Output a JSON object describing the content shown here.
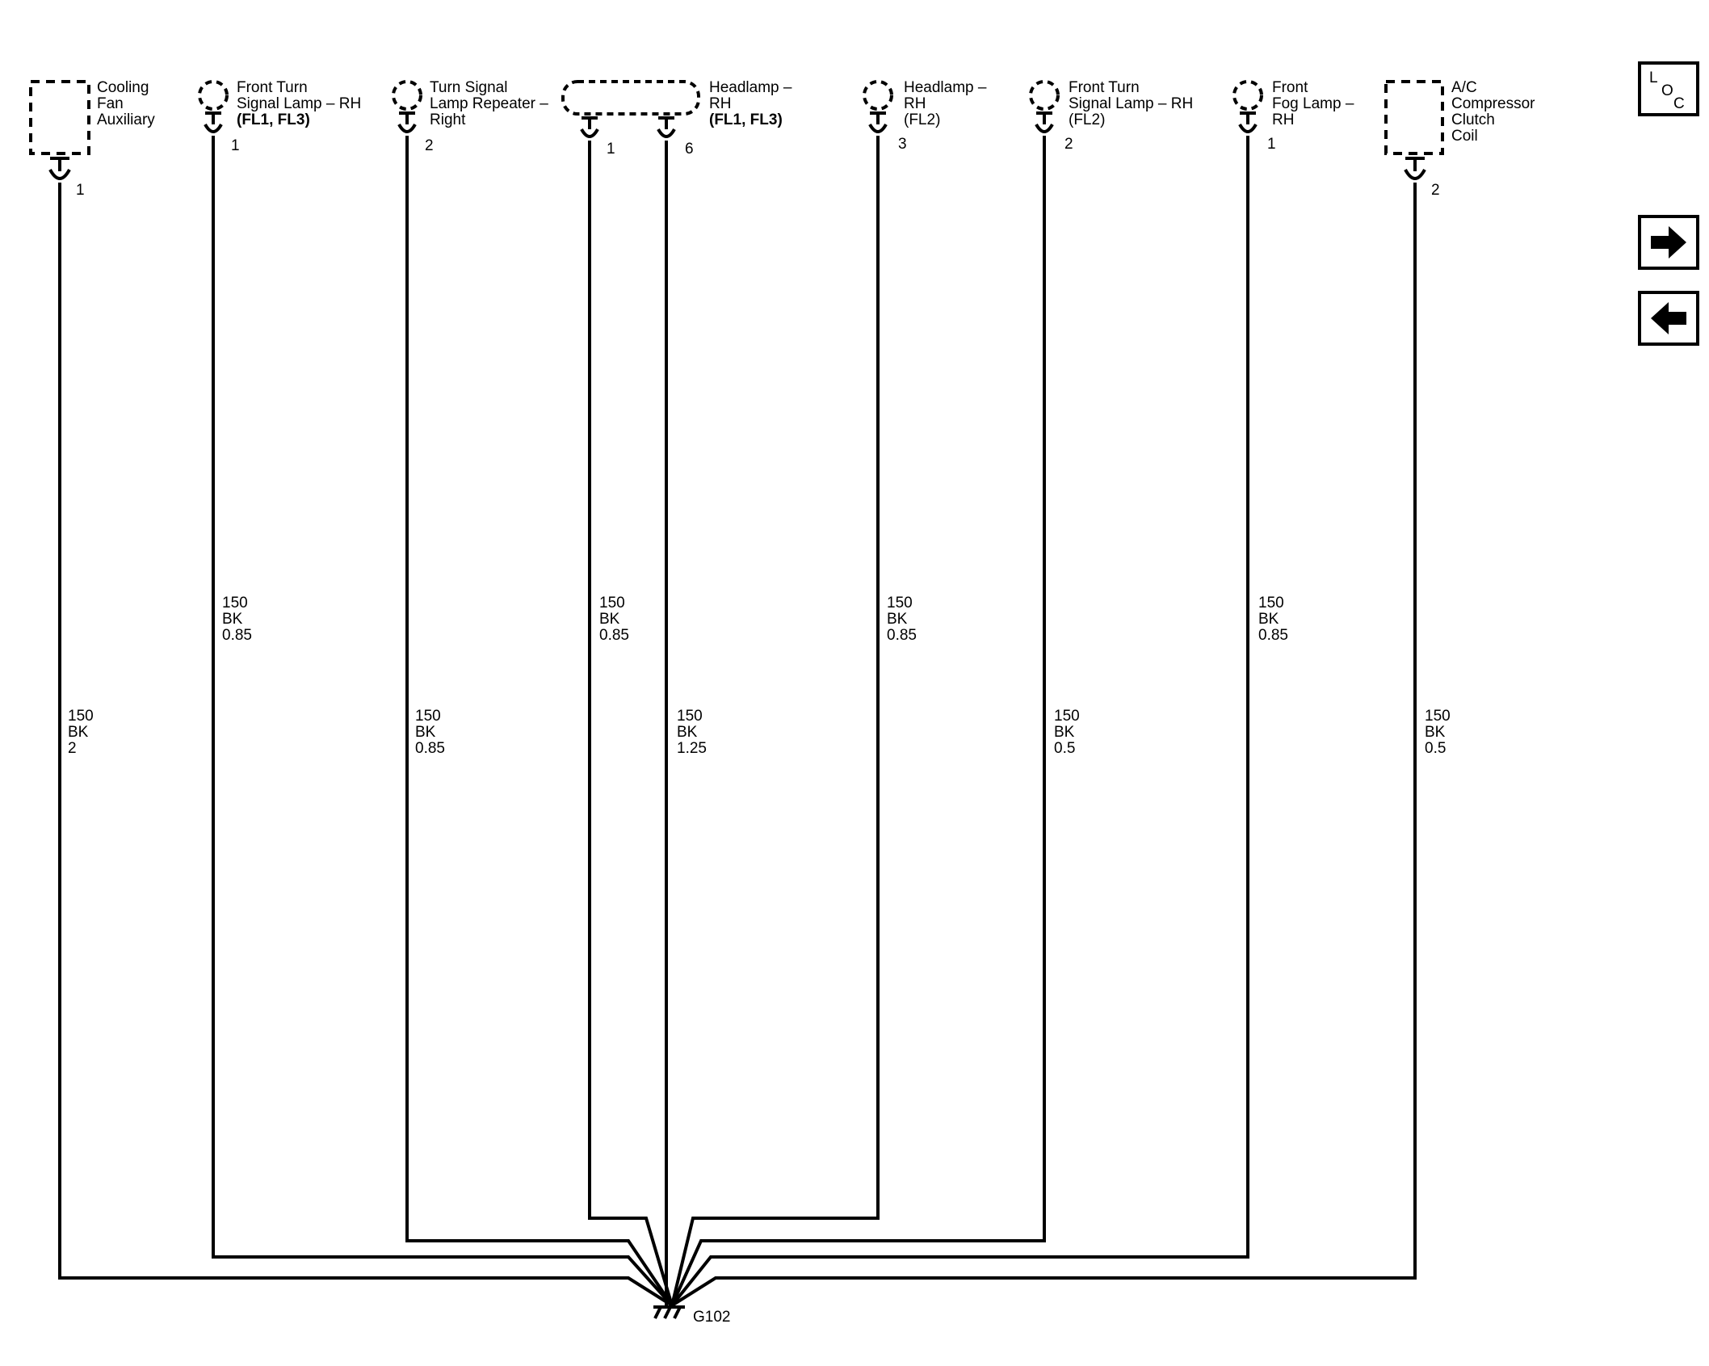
{
  "components": [
    {
      "id": "cooling-fan-auxiliary",
      "lines": [
        "Cooling",
        "Fan",
        "Auxiliary"
      ],
      "pins": [
        "1"
      ]
    },
    {
      "id": "front-turn-signal-lamp-rh-fl1-fl3",
      "lines": [
        "Front Turn",
        "Signal Lamp – RH",
        "(FL1, FL3)"
      ],
      "pins": [
        "1"
      ]
    },
    {
      "id": "turn-signal-lamp-repeater-right",
      "lines": [
        "Turn Signal",
        "Lamp Repeater –",
        "Right"
      ],
      "pins": [
        "2"
      ]
    },
    {
      "id": "headlamp-rh-fl1-fl3",
      "lines": [
        "Headlamp –",
        "RH",
        "(FL1, FL3)"
      ],
      "pins": [
        "1",
        "6"
      ]
    },
    {
      "id": "headlamp-rh-fl2",
      "lines": [
        "Headlamp –",
        "RH",
        "(FL2)"
      ],
      "pins": [
        "3"
      ]
    },
    {
      "id": "front-turn-signal-lamp-rh-fl2",
      "lines": [
        "Front Turn",
        "Signal Lamp – RH",
        "(FL2)"
      ],
      "pins": [
        "2"
      ]
    },
    {
      "id": "front-fog-lamp-rh",
      "lines": [
        "Front",
        "Fog Lamp –",
        "RH"
      ],
      "pins": [
        "1"
      ]
    },
    {
      "id": "ac-compressor-clutch-coil",
      "lines": [
        "A/C",
        "Compressor",
        "Clutch",
        "Coil"
      ],
      "pins": [
        "2"
      ]
    }
  ],
  "wires": [
    {
      "circuit": "150",
      "color": "BK",
      "size": "2"
    },
    {
      "circuit": "150",
      "color": "BK",
      "size": "0.85"
    },
    {
      "circuit": "150",
      "color": "BK",
      "size": "0.85"
    },
    {
      "circuit": "150",
      "color": "BK",
      "size": "0.85"
    },
    {
      "circuit": "150",
      "color": "BK",
      "size": "1.25"
    },
    {
      "circuit": "150",
      "color": "BK",
      "size": "0.85"
    },
    {
      "circuit": "150",
      "color": "BK",
      "size": "0.5"
    },
    {
      "circuit": "150",
      "color": "BK",
      "size": "0.85"
    },
    {
      "circuit": "150",
      "color": "BK",
      "size": "0.5"
    }
  ],
  "ground": {
    "label": "G102"
  },
  "nav": {
    "loc": {
      "l": "L",
      "o": "O",
      "c": "C"
    }
  }
}
